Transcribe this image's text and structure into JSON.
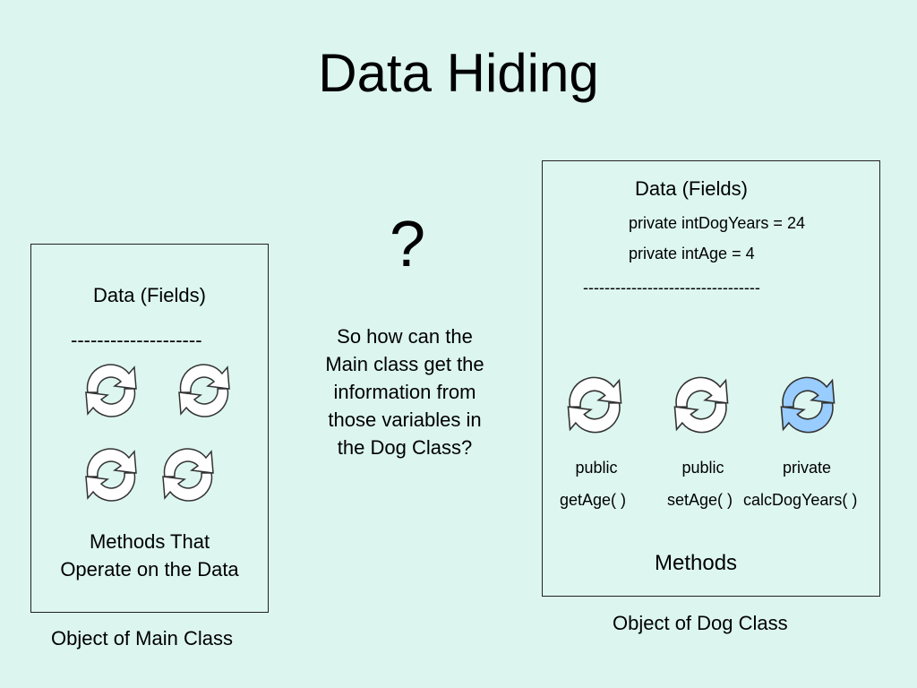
{
  "title": "Data Hiding",
  "main_object": {
    "fields_label": "Data (Fields)",
    "separator": "--------------------",
    "methods_label_line1": "Methods That",
    "methods_label_line2": "Operate on the Data",
    "caption": "Object of Main Class",
    "icon_color": "#ffffff"
  },
  "question": {
    "mark": "?",
    "lines": [
      "So how can the",
      "Main class get the",
      "information from",
      "those variables in",
      "the Dog Class?"
    ]
  },
  "dog_object": {
    "fields_label": "Data (Fields)",
    "field_1": "private intDogYears = 24",
    "field_2": "private intAge = 4",
    "separator": "---------------------------------",
    "methods": [
      {
        "access": "public",
        "name": "getAge( )",
        "icon_color": "#ffffff"
      },
      {
        "access": "public",
        "name": "setAge( )",
        "icon_color": "#ffffff"
      },
      {
        "access": "private",
        "name": "calcDogYears( )",
        "icon_color": "#99ccff"
      }
    ],
    "methods_label": "Methods",
    "caption": "Object of Dog Class"
  }
}
